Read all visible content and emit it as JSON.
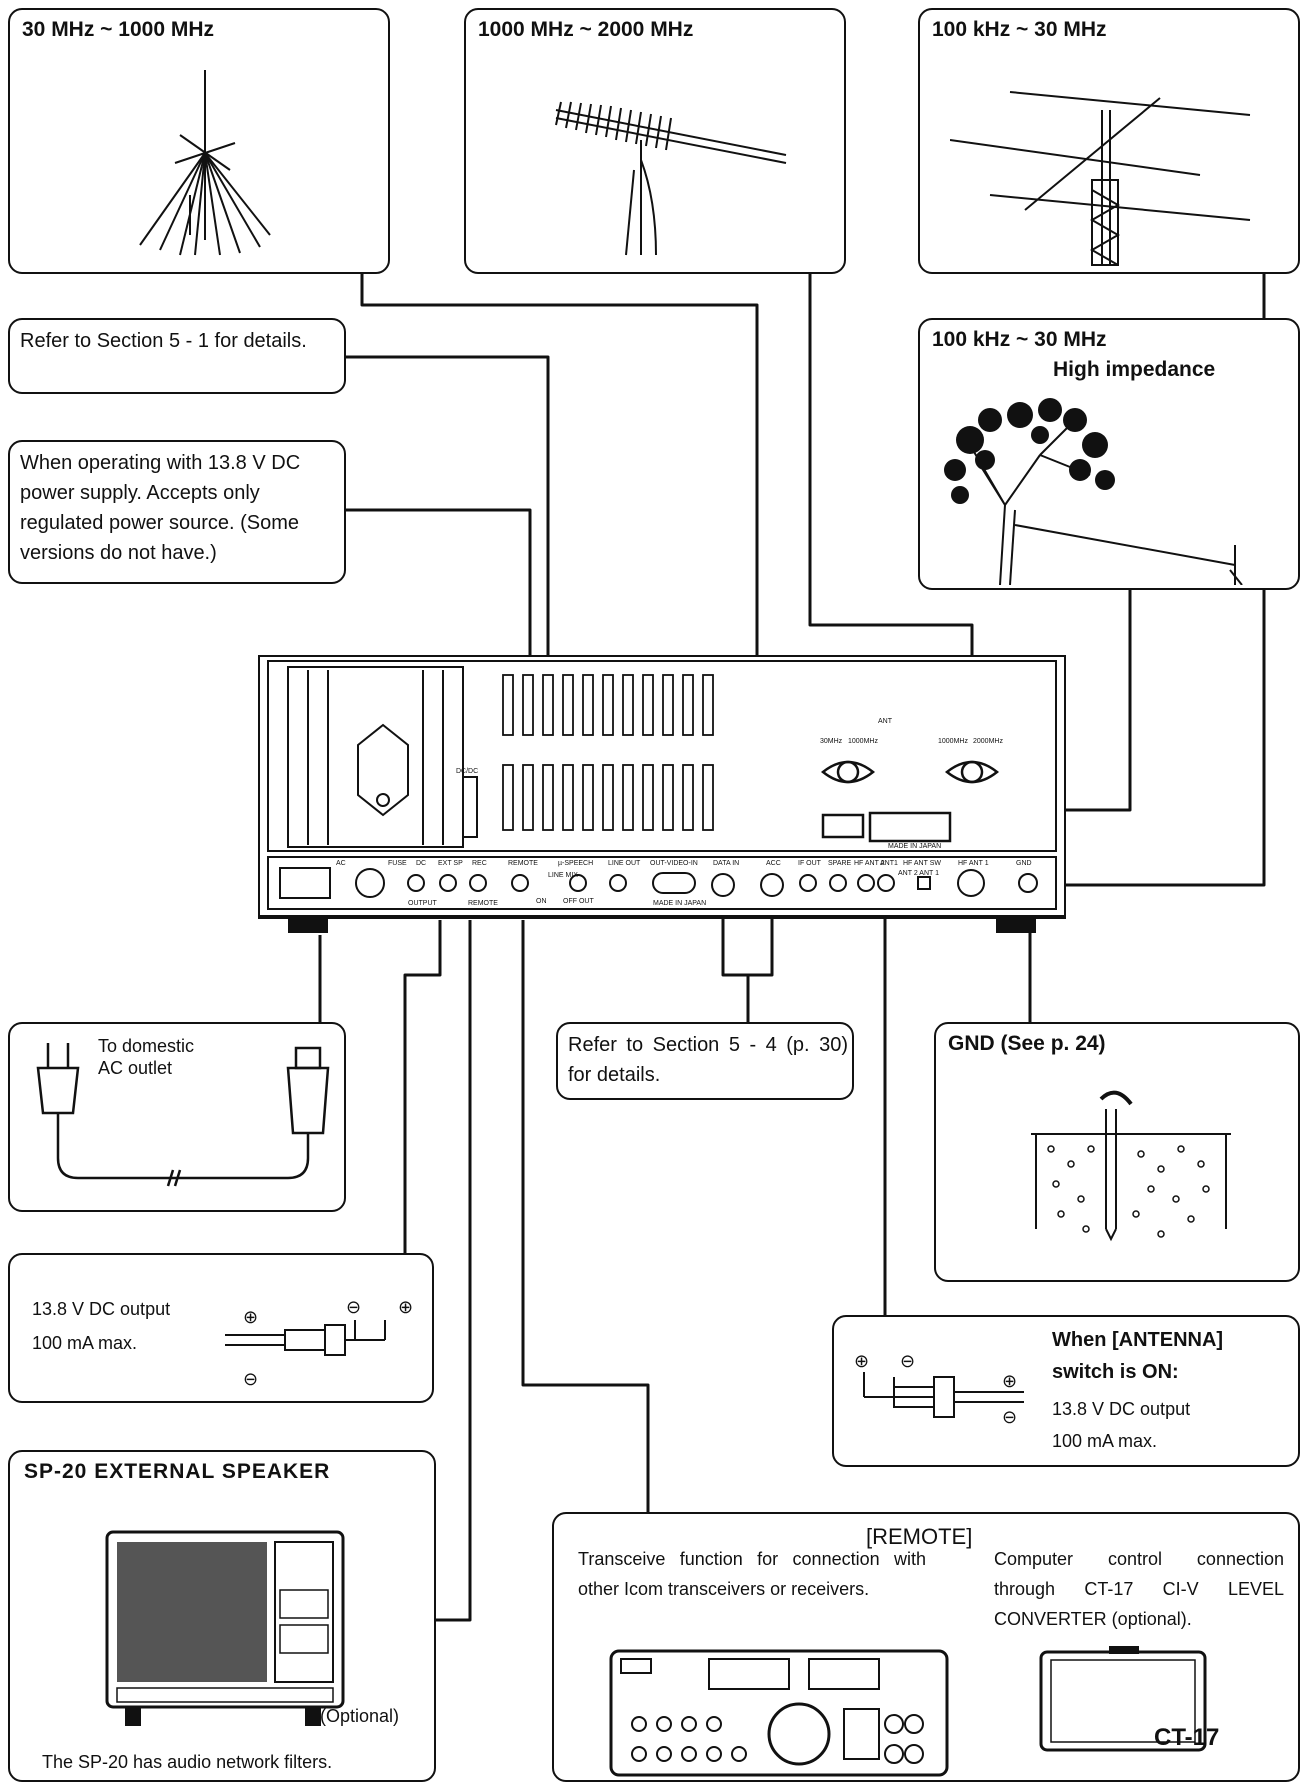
{
  "antennas": {
    "vhf_label": "30 MHz ~ 1000 MHz",
    "uhf_label": "1000 MHz ~ 2000 MHz",
    "hf_yagi_label": "100 kHz ~ 30 MHz",
    "hf_wire_label": "100 kHz ~ 30 MHz",
    "hf_wire_sub": "High impedance"
  },
  "callouts": {
    "section51": "Refer to Section 5 - 1 for details.",
    "dc_power": "When operating with 13.8 V DC power supply. Accepts only regulated power source. (Some versions do not have.)",
    "section54": "Refer to Section 5 - 4 (p. 30) for details.",
    "ac_line1": "To domestic",
    "ac_line2": "AC outlet",
    "gnd_title": "GND  (See p. 24)",
    "dc_out_line1": "13.8 V DC output",
    "dc_out_line2": "100 mA max.",
    "ant_sw_line1": "When [ANTENNA]",
    "ant_sw_line2": "switch is ON:",
    "ant_sw_line3": "13.8 V DC output",
    "ant_sw_line4": "100 mA max."
  },
  "speaker": {
    "title": "SP-20 EXTERNAL SPEAKER",
    "optional": "(Optional)",
    "note": "The SP-20 has audio network filters."
  },
  "remote": {
    "title": "[REMOTE]",
    "left_text": "Transceive function for connection with other Icom transceivers or receivers.",
    "right_text": "Computer control connection through CT-17 CI-V LEVEL CONVERTER (optional).",
    "ct17_label": "CT-17"
  },
  "panel_labels": {
    "ant": "ANT",
    "ant_30": "30MHz",
    "ant_1000": "1000MHz",
    "ant_1000b": "1000MHz",
    "ant_2000": "2000MHz",
    "made_in_japan": "MADE IN JAPAN",
    "made_in_japan2": "MADE IN JAPAN",
    "dcdc": "DC/DC",
    "ac": "AC",
    "fuse": "FUSE",
    "dc": "DC",
    "output": "OUTPUT",
    "ext_sp": "EXT SP",
    "rec": "REC",
    "remote1": "REMOTE",
    "remote2": "REMOTE",
    "speech": "µ-SPEECH",
    "line_mix": "LINE MIX",
    "on": "ON",
    "off_out": "OFF OUT",
    "line_out": "LINE OUT",
    "video": "OUT-VIDEO-IN",
    "data_in": "DATA IN",
    "acc": "ACC",
    "if_out": "IF OUT",
    "spare": "SPARE",
    "hf_ant2": "HF ANT 2",
    "ant1": "ANT1",
    "hf_ant_sw": "HF ANT SW",
    "ant2_ant1": "ANT 2  ANT 1",
    "hf_ant1": "HF ANT 1",
    "gnd": "GND"
  },
  "symbols": {
    "plus": "⊕",
    "minus": "⊖"
  }
}
